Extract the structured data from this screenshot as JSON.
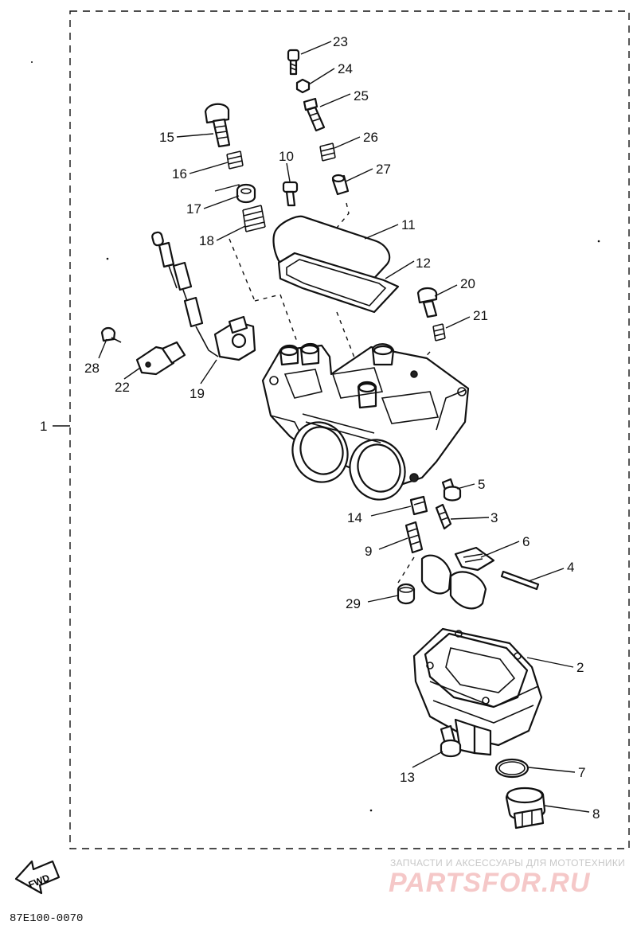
{
  "figure_number": "1",
  "part_callouts": [
    "2",
    "3",
    "4",
    "5",
    "6",
    "7",
    "8",
    "9",
    "10",
    "11",
    "12",
    "13",
    "14",
    "15",
    "16",
    "17",
    "18",
    "19",
    "20",
    "21",
    "22",
    "23",
    "24",
    "25",
    "26",
    "27",
    "28",
    "29"
  ],
  "fwd_label": "FWD",
  "catalog_code": "87E100-0070",
  "watermark": {
    "tagline": "ЗАПЧАСТИ И АКСЕССУАРЫ ДЛЯ МОТОТЕХНИКИ",
    "logo_text": "PARTSFOR.RU"
  }
}
